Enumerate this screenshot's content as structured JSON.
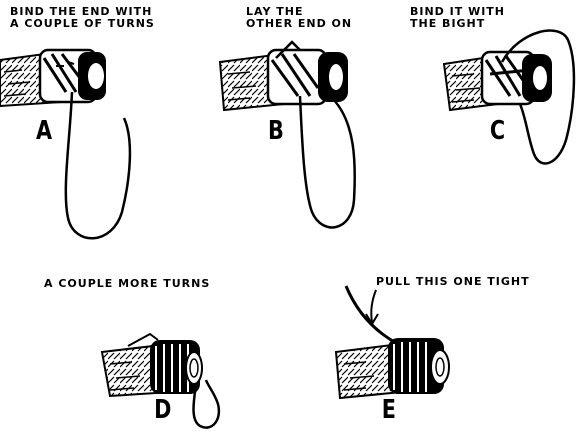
{
  "captions": {
    "a_line1": "BIND THE END WITH",
    "a_line2": "A COUPLE OF TURNS",
    "b_line1": "LAY THE",
    "b_line2": "OTHER END ON",
    "c_line1": "BIND IT WITH",
    "c_line2": "THE BIGHT",
    "d": "A COUPLE MORE TURNS",
    "e": "PULL THIS ONE TIGHT"
  },
  "labels": {
    "a": "A",
    "b": "B",
    "c": "C",
    "d": "D",
    "e": "E"
  },
  "colors": {
    "ink": "#000000",
    "paper": "#ffffff"
  }
}
